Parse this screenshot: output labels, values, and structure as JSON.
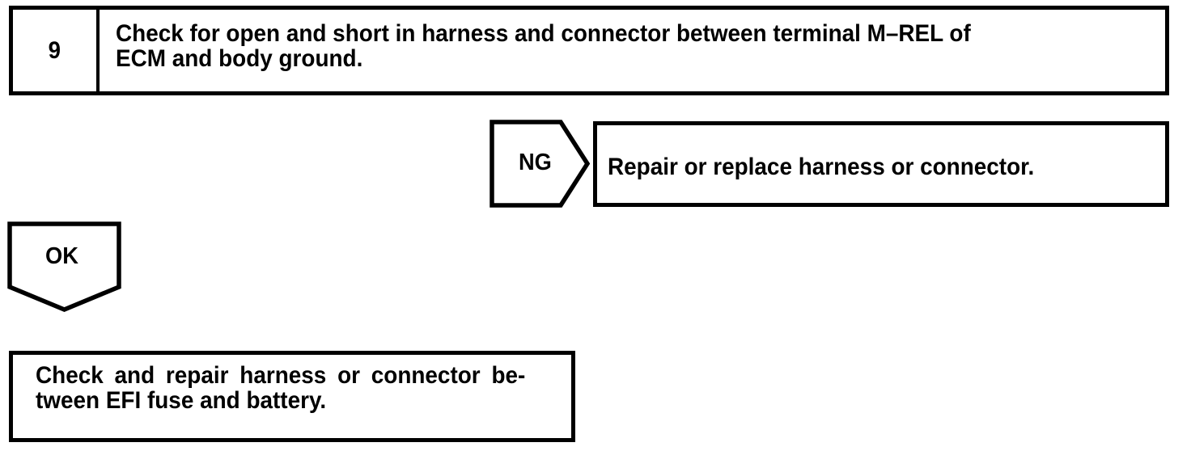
{
  "document": {
    "type": "troubleshooting-flowchart",
    "background_color": "#ffffff",
    "line_color": "#000000"
  },
  "step": {
    "number": "9",
    "instruction": "Check for open and short in harness and connector between terminal M–REL of\nECM and body ground."
  },
  "branches": {
    "ng": {
      "label": "NG",
      "result_box": {
        "text": "Repair or replace harness or connector."
      }
    },
    "ok": {
      "label": "OK",
      "result_box": {
        "line1": "Check and repair harness or connector be-",
        "line2": "tween EFI fuse and battery."
      }
    }
  }
}
